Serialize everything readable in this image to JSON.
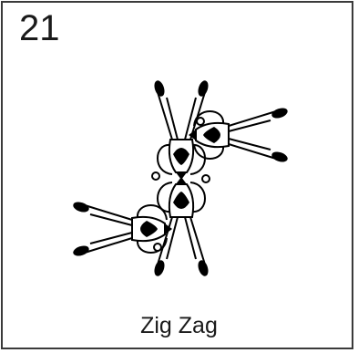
{
  "card": {
    "number": "21",
    "caption": "Zig Zag"
  },
  "diagram": {
    "icon": "skydiver-formation-icon",
    "jumper_count": 4,
    "colors": {
      "stroke": "#000000",
      "fill": "#ffffff",
      "body": "#000000"
    }
  }
}
